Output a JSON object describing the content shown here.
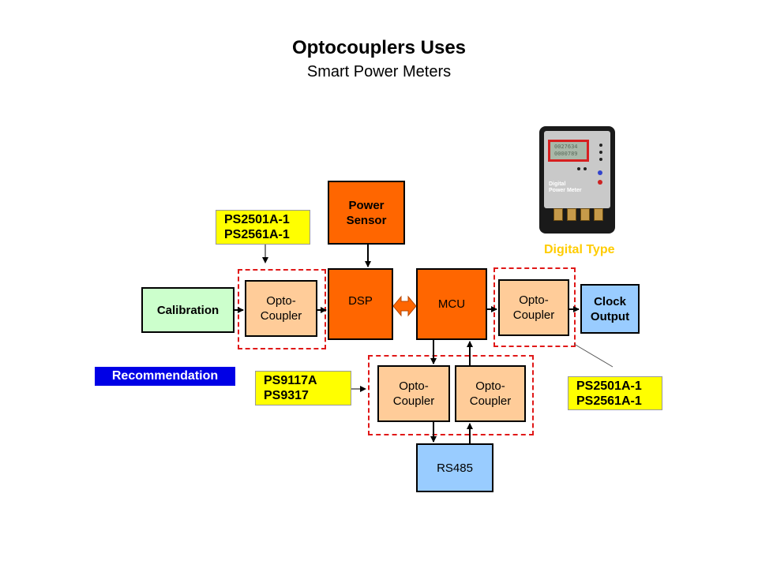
{
  "title": "Optocouplers Uses",
  "subtitle": "Smart Power Meters",
  "blocks": {
    "power_sensor": "Power\nSensor",
    "dsp": "DSP",
    "mcu": "MCU",
    "calibration": "Calibration",
    "opto_left": "Opto-\nCoupler",
    "opto_right": "Opto-\nCoupler",
    "opto_bottom_left": "Opto-\nCoupler",
    "opto_bottom_right": "Opto-\nCoupler",
    "clock_output": "Clock\nOutput",
    "rs485": "RS485"
  },
  "labels": {
    "top_left": "PS2501A-1\nPS2561A-1",
    "bottom_center": "PS9117A\nPS9317",
    "bottom_right": "PS2501A-1\nPS2561A-1",
    "recommendation": "Recommendation"
  },
  "meter": {
    "lcd_line1": "0027634",
    "lcd_line2": "0000789",
    "label": "Digital\nPower Meter",
    "caption": "Digital Type"
  },
  "colors": {
    "orange": "#ff6600",
    "peach": "#ffcc99",
    "green": "#ccffcc",
    "blue": "#99ccff",
    "label_yellow": "#ffff00",
    "recommendation_blue": "#0000e6",
    "dash_red": "#e01818",
    "caption_yellow": "#ffcc00"
  }
}
